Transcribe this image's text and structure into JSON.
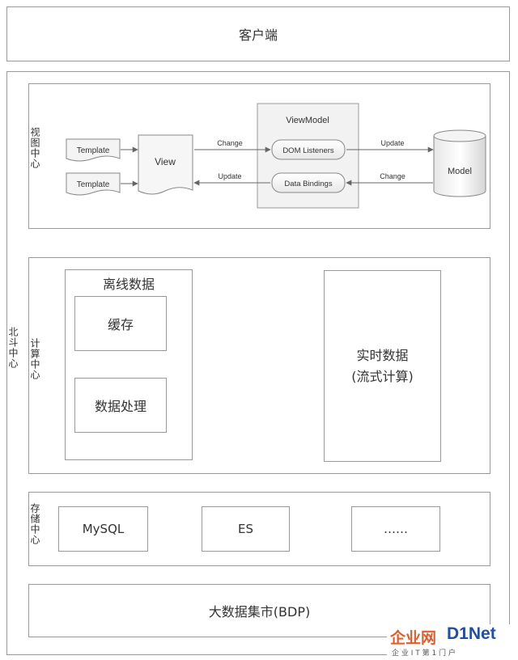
{
  "client": {
    "label": "客户端"
  },
  "beidou": {
    "label": "北斗中心"
  },
  "view_center": {
    "label": "视图中心",
    "template_1": "Template",
    "template_2": "Template",
    "view": "View",
    "viewmodel": "ViewModel",
    "dom_listeners": "DOM Listeners",
    "data_bindings": "Data Bindings",
    "model": "Model",
    "change_1": "Change",
    "update_1": "Update",
    "update_2": "Update",
    "change_2": "Change"
  },
  "compute_center": {
    "label": "计算中心",
    "offline": {
      "title": "离线数据",
      "cache": "缓存",
      "processing": "数据处理"
    },
    "realtime": {
      "line1": "实时数据",
      "line2": "(流式计算)"
    }
  },
  "storage_center": {
    "label": "存储中心",
    "items": [
      "MySQL",
      "ES",
      "……"
    ]
  },
  "bdp": {
    "label": "大数据集市(BDP)"
  },
  "watermark": {
    "main_cn": "企业网",
    "main_en": "D1Net",
    "sub": "企 业 I T 第 1 门 户"
  }
}
